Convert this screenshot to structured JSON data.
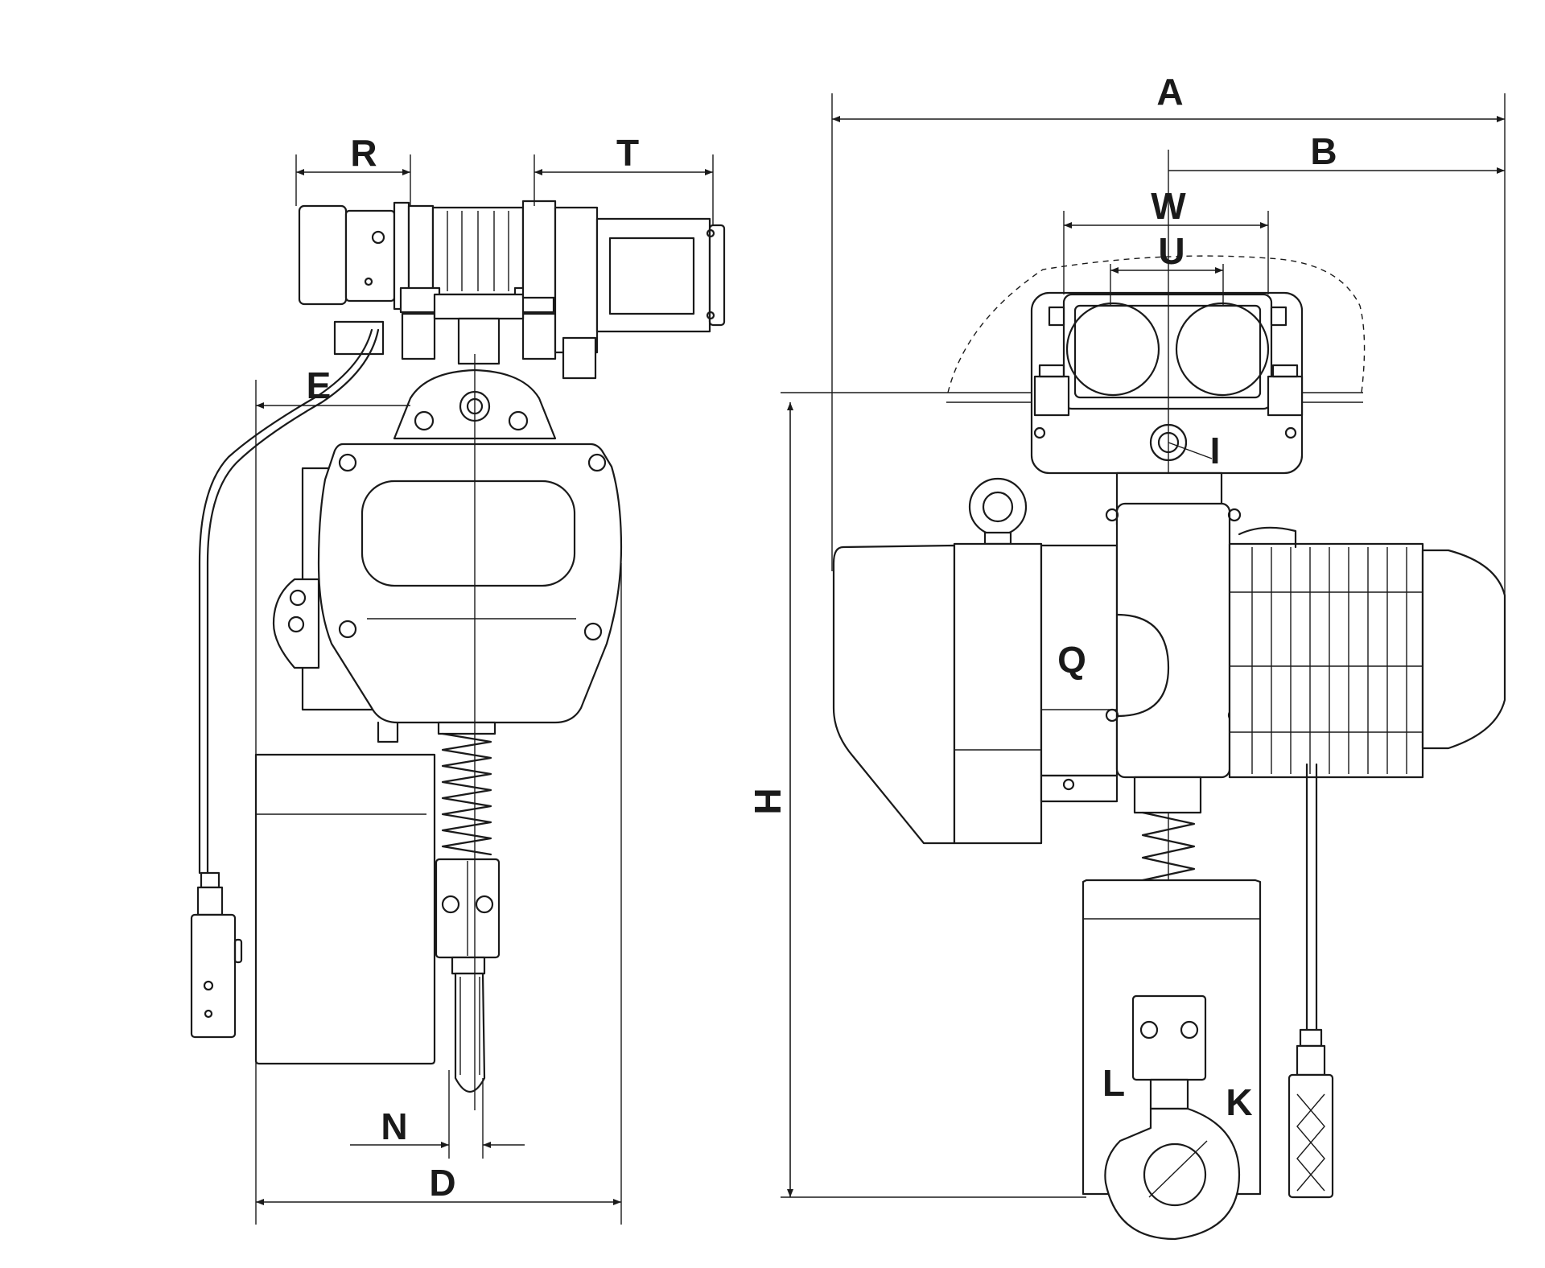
{
  "labels": {
    "A": "A",
    "B": "B",
    "D": "D",
    "E": "E",
    "H": "H",
    "I": "I",
    "K": "K",
    "L": "L",
    "N": "N",
    "Q": "Q",
    "R": "R",
    "T": "T",
    "U": "U",
    "W": "W"
  }
}
